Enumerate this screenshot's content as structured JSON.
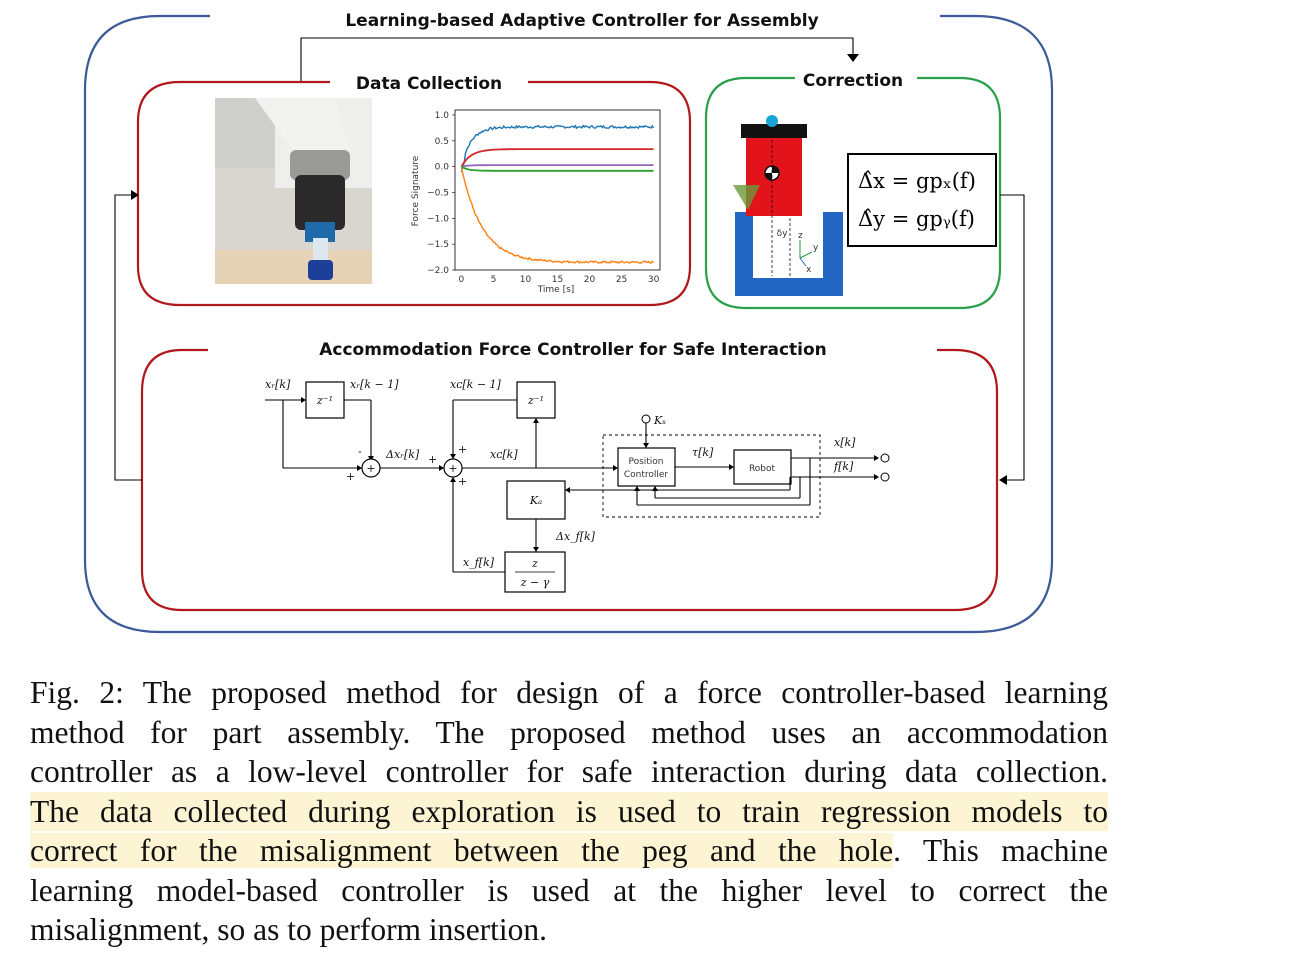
{
  "figure": {
    "title": "Learning-based Adaptive Controller for Assembly",
    "data_collection": {
      "label": "Data Collection",
      "plot": {
        "ylabel": "Force Signature",
        "xlabel": "Time [s]",
        "yticks": [
          "1.0",
          "0.5",
          "0.0",
          "−0.5",
          "−1.0",
          "−1.5",
          "−2.0"
        ],
        "xticks": [
          "0",
          "5",
          "10",
          "15",
          "20",
          "25",
          "30"
        ]
      }
    },
    "correction": {
      "label": "Correction",
      "eq1": "Δ̂x = gpₓ(f)",
      "eq2": "Δ̂y = gpᵧ(f)",
      "small_delta": "δy",
      "axis_z": "z",
      "axis_y": "y",
      "axis_x": "x"
    },
    "accommodation": {
      "label": "Accommodation Force Controller for Safe Interaction",
      "xr_k": "xᵣ[k]",
      "xr_k1": "xᵣ[k − 1]",
      "z_inv": "z⁻¹",
      "dxr_k": "Δxᵣ[k]",
      "xc_k1": "xᴄ[k − 1]",
      "xc_k": "xᴄ[k]",
      "ks": "Kₛ",
      "tau_k": "τ[k]",
      "position_line1": "Position",
      "position_line2": "Controller",
      "robot": "Robot",
      "x_k": "x[k]",
      "f_k": "f[k]",
      "ka": "Kₐ",
      "dxf_k": "Δx_f[k]",
      "xf_k": "x_f[k]",
      "filter_num": "z",
      "filter_den": "z − γ",
      "minus": "-",
      "plus": "+"
    }
  },
  "caption": {
    "l1": "Fig. 2: The proposed method for design of a force controller-based learning",
    "l2": "method for part assembly. The proposed method uses an accommodation",
    "l3": "controller as a low-level controller for safe interaction during data collection.",
    "l4": "The data collected during exploration is used to train regression models to",
    "l5a": "correct for the misalignment between the peg and the hole",
    "l5b": ". This machine",
    "l6": "learning model-based controller is used at the higher level to correct the",
    "l7": "misalignment, so as to perform insertion."
  },
  "colors": {
    "outer": "#3a5a9a",
    "data_box": "#b0181c",
    "correction_box": "#2aa04a",
    "accommodation_box": "#b0181c",
    "series_blue": "#1f77b4",
    "series_orange": "#ff7f0e",
    "series_red": "#d62728",
    "series_purple": "#9467bd",
    "series_green": "#2ca02c",
    "highlight": "#fdf4d3"
  }
}
